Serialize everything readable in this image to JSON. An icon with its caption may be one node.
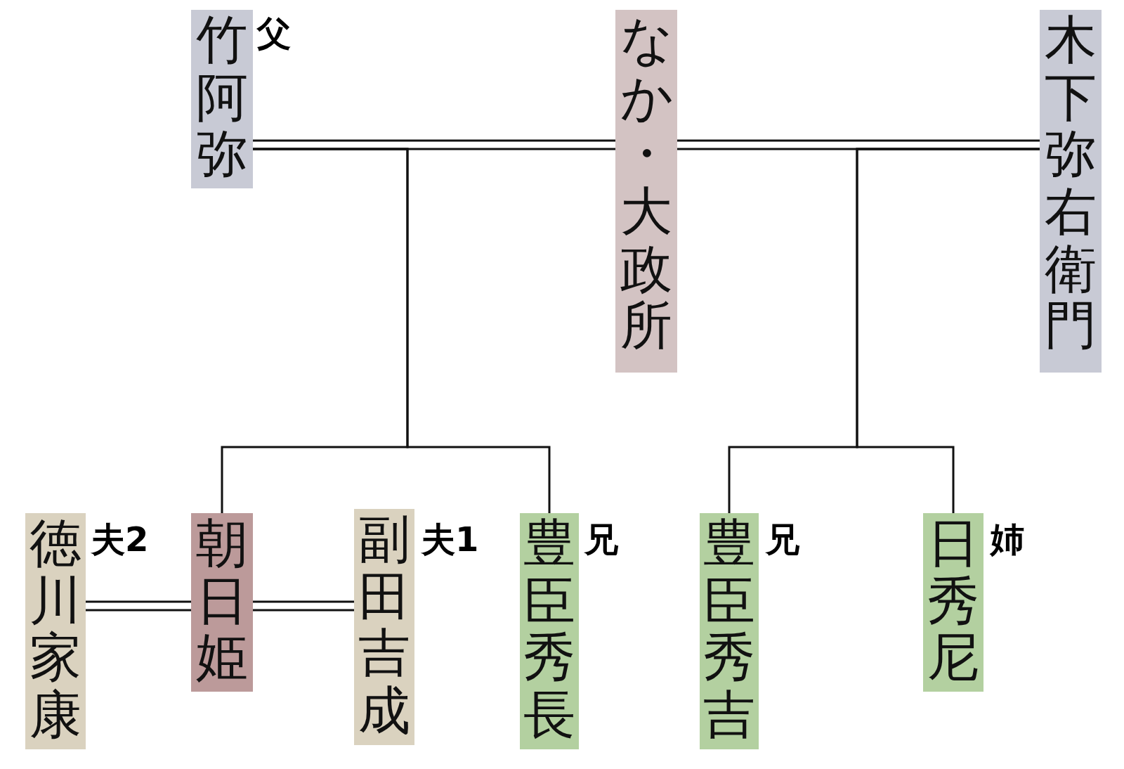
{
  "diagram": {
    "nodes": [
      {
        "text": [
          "竹阿弥"
        ],
        "beside": [
          "父"
        ]
      },
      {
        "text": [
          "なか・大政所"
        ]
      },
      {
        "text": [
          "木下弥右衛門"
        ]
      },
      {
        "text": [
          "徳川家康"
        ],
        "beside": [
          "夫2"
        ]
      },
      {
        "text": [
          "朝日姫"
        ]
      },
      {
        "text": [
          "副田吉成"
        ],
        "beside": [
          "夫1"
        ]
      },
      {
        "text": [
          "豊臣秀長"
        ],
        "beside": [
          "兄"
        ]
      },
      {
        "text": [
          "豊臣秀吉"
        ],
        "beside": [
          "兄"
        ]
      },
      {
        "text": [
          "日秀尼"
        ],
        "beside": [
          "姉"
        ]
      }
    ],
    "edges": [
      {
        "from": 0,
        "to": 1,
        "arrow": "none"
      },
      {
        "from": 1,
        "to": 2,
        "arrow": "none"
      },
      {
        "from": 0,
        "to": 4,
        "arrow": "none"
      },
      {
        "from": 0,
        "to": 6,
        "arrow": "none"
      },
      {
        "from": 2,
        "to": 7,
        "arrow": "none"
      },
      {
        "from": 2,
        "to": 8,
        "arrow": "none"
      },
      {
        "from": 3,
        "to": 4,
        "arrow": "none"
      },
      {
        "from": 4,
        "to": 5,
        "arrow": "none"
      }
    ]
  }
}
